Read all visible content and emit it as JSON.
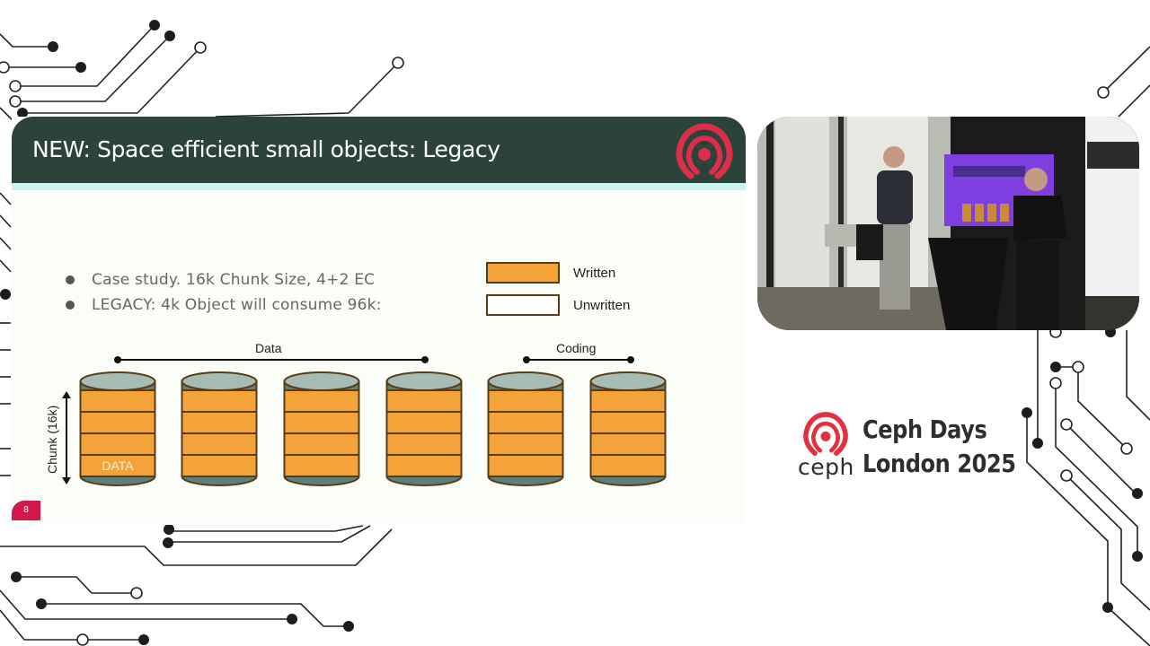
{
  "slide": {
    "title": "NEW: Space efficient small objects: Legacy",
    "logo_icon": "ceph-logo-icon",
    "bullets": [
      "Case study.  16k Chunk Size, 4+2 EC",
      "LEGACY: 4k Object will consume 96k:"
    ],
    "legend": {
      "written": "Written",
      "unwritten": "Unwritten"
    },
    "groups": {
      "data": "Data",
      "coding": "Coding"
    },
    "chunk_axis_label": "Chunk (16k)",
    "disks": [
      {
        "role": "data",
        "label": "DATA",
        "stripes_written": [
          true,
          true,
          true,
          true
        ]
      },
      {
        "role": "data",
        "label": "",
        "stripes_written": [
          true,
          true,
          true,
          true
        ]
      },
      {
        "role": "data",
        "label": "",
        "stripes_written": [
          true,
          true,
          true,
          true
        ]
      },
      {
        "role": "data",
        "label": "",
        "stripes_written": [
          true,
          true,
          true,
          true
        ]
      },
      {
        "role": "coding",
        "label": "",
        "stripes_written": [
          true,
          true,
          true,
          true
        ]
      },
      {
        "role": "coding",
        "label": "",
        "stripes_written": [
          true,
          true,
          true,
          true
        ]
      }
    ],
    "page_number": "8",
    "colors": {
      "header": "#2b4339",
      "accent_stripe": "#c8f4f2",
      "written": "#f4a338",
      "unwritten": "#ffffff",
      "disk_cap": "#a7bcb5",
      "disk_base": "#5f7f78",
      "outline": "#5a3b16",
      "ceph_red": "#dc2d4a"
    }
  },
  "video": {
    "description": "Live camera feed of two presenters on stage next to a screen showing the slide"
  },
  "event": {
    "logo_word": "ceph",
    "title_line1": "Ceph Days",
    "title_line2": "London 2025"
  }
}
